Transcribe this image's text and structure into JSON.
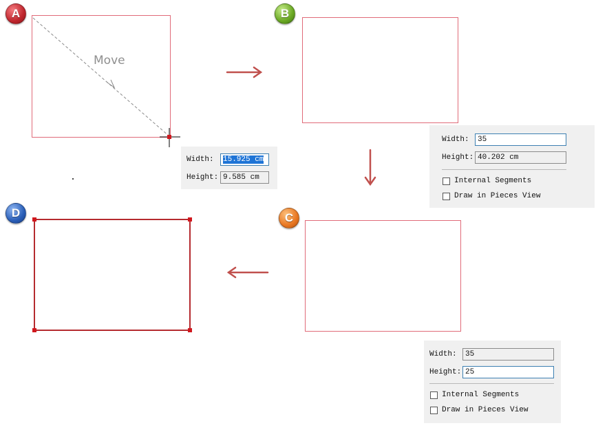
{
  "steps": {
    "a": {
      "label": "A",
      "color": "#c0262d"
    },
    "b": {
      "label": "B",
      "color": "#6aa823"
    },
    "c": {
      "label": "C",
      "color": "#e87722"
    },
    "d": {
      "label": "D",
      "color": "#2a5fb8"
    }
  },
  "canvas": {
    "move_label": "Move"
  },
  "panel_a": {
    "width_label": "Width:",
    "width_value": "15.925 cm",
    "height_label": "Height:",
    "height_value": "9.585 cm"
  },
  "panel_b": {
    "width_label": "Width:",
    "width_value": "35",
    "height_label": "Height:",
    "height_value": "40.202 cm",
    "internal_segments_label": "Internal Segments",
    "internal_segments_checked": false,
    "draw_pieces_label": "Draw in Pieces View",
    "draw_pieces_checked": false
  },
  "panel_c": {
    "width_label": "Width:",
    "width_value": "35",
    "height_label": "Height:",
    "height_value": "25",
    "internal_segments_label": "Internal Segments",
    "internal_segments_checked": false,
    "draw_pieces_label": "Draw in Pieces View",
    "draw_pieces_checked": false
  },
  "colors": {
    "shape_outline": "#e06a78",
    "final_outline": "#b52a2e",
    "arrow": "#c0504d",
    "field_focus": "#3c7fb1",
    "selection": "#1e74d6"
  }
}
